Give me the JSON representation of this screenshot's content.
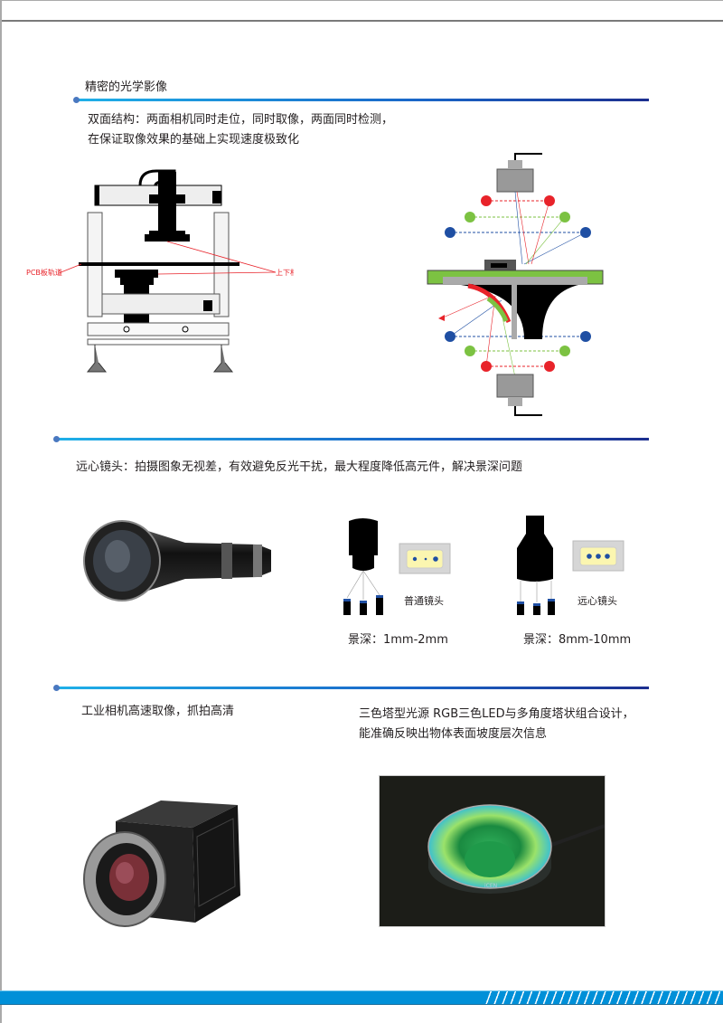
{
  "section1": {
    "heading": "精密的光学影像",
    "line1": "双面结构：两面相机同时走位，同时取像，两面同时检测，",
    "line2": "在保证取像效果的基础上实现速度极致化",
    "label_pcb": "PCB板轨道",
    "label_camera": "上下相机"
  },
  "section2": {
    "text": "远心镜头：拍摄图象无视差，有效避免反光干扰，最大程度降低高元件，解决景深问题",
    "normal_lens_label": "普通镜头",
    "normal_lens_dof": "景深：1mm-2mm",
    "telecentric_label": "远心镜头",
    "telecentric_dof": "景深：8mm-10mm"
  },
  "section3": {
    "camera_text": "工业相机高速取像，抓拍高清",
    "light_line1": "三色塔型光源  RGB三色LED与多角度塔状组合设计，",
    "light_line2": "能准确反映出物体表面坡度层次信息",
    "light_brand": "iCEN"
  },
  "colors": {
    "accent": "#0090d8",
    "red": "#e8232a",
    "green": "#7cc242",
    "blue": "#1f4fa3"
  }
}
